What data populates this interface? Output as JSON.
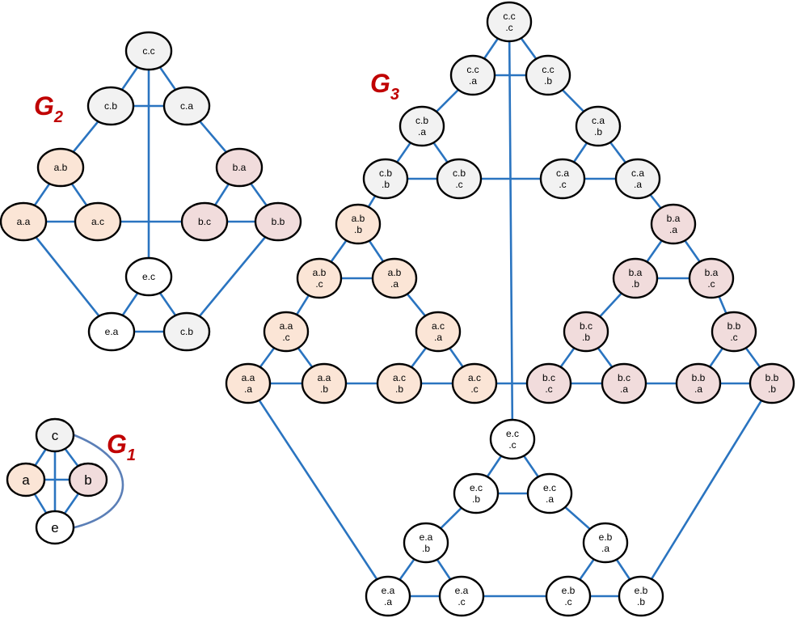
{
  "colors": {
    "edge": "#2a74c0",
    "edge_alt": "#5b7fb7",
    "label": "#c00000",
    "c": "#f2f2f2",
    "a": "#fbe5d6",
    "b": "#f1dcdc",
    "e": "#ffffff"
  },
  "graphs": [
    {
      "id": "g1",
      "label": "G",
      "sub": "1",
      "nodes": [
        {
          "id": "c",
          "lines": [
            "c"
          ]
        },
        {
          "id": "a",
          "lines": [
            "a"
          ]
        },
        {
          "id": "b",
          "lines": [
            "b"
          ]
        },
        {
          "id": "e",
          "lines": [
            "e"
          ]
        }
      ],
      "edges": [
        [
          "c",
          "a"
        ],
        [
          "c",
          "b"
        ],
        [
          "a",
          "b"
        ],
        [
          "a",
          "e"
        ],
        [
          "b",
          "e"
        ],
        [
          "c",
          "e"
        ]
      ]
    },
    {
      "id": "g2",
      "label": "G",
      "sub": "2",
      "nodes": [
        {
          "id": "cc",
          "lines": [
            "c.c"
          ]
        },
        {
          "id": "cb",
          "lines": [
            "c.b"
          ]
        },
        {
          "id": "ca",
          "lines": [
            "c.a"
          ]
        },
        {
          "id": "ab",
          "lines": [
            "a.b"
          ]
        },
        {
          "id": "ba",
          "lines": [
            "b.a"
          ]
        },
        {
          "id": "aa",
          "lines": [
            "a.a"
          ]
        },
        {
          "id": "ac",
          "lines": [
            "a.c"
          ]
        },
        {
          "id": "bc",
          "lines": [
            "b.c"
          ]
        },
        {
          "id": "bb",
          "lines": [
            "b.b"
          ]
        },
        {
          "id": "ec",
          "lines": [
            "e.c"
          ]
        },
        {
          "id": "ea",
          "lines": [
            "e.a"
          ]
        },
        {
          "id": "eb",
          "lines": [
            "c.b"
          ]
        }
      ],
      "edges": [
        [
          "cc",
          "cb"
        ],
        [
          "cc",
          "ca"
        ],
        [
          "cb",
          "ca"
        ],
        [
          "cc",
          "ec"
        ],
        [
          "cb",
          "ab"
        ],
        [
          "ca",
          "ba"
        ],
        [
          "ab",
          "aa"
        ],
        [
          "ab",
          "ac"
        ],
        [
          "aa",
          "ac"
        ],
        [
          "ba",
          "bc"
        ],
        [
          "ba",
          "bb"
        ],
        [
          "bc",
          "bb"
        ],
        [
          "ac",
          "bc"
        ],
        [
          "ec",
          "ea"
        ],
        [
          "ec",
          "eb"
        ],
        [
          "ea",
          "eb"
        ],
        [
          "aa",
          "ea"
        ],
        [
          "bb",
          "eb"
        ]
      ]
    },
    {
      "id": "g3",
      "label": "G",
      "sub": "3",
      "nodes": [
        {
          "id": "ccc",
          "lines": [
            "c.c",
            ".c"
          ]
        },
        {
          "id": "cca",
          "lines": [
            "c.c",
            ".a"
          ]
        },
        {
          "id": "ccb",
          "lines": [
            "c.c",
            ".b"
          ]
        },
        {
          "id": "cba",
          "lines": [
            "c.b",
            ".a"
          ]
        },
        {
          "id": "cab",
          "lines": [
            "c.a",
            ".b"
          ]
        },
        {
          "id": "cbb",
          "lines": [
            "c.b",
            ".b"
          ]
        },
        {
          "id": "cbc",
          "lines": [
            "c.b",
            ".c"
          ]
        },
        {
          "id": "cac",
          "lines": [
            "c.a",
            ".c"
          ]
        },
        {
          "id": "caa",
          "lines": [
            "c.a",
            ".a"
          ]
        },
        {
          "id": "abb",
          "lines": [
            "a.b",
            ".b"
          ]
        },
        {
          "id": "abc",
          "lines": [
            "a.b",
            ".c"
          ]
        },
        {
          "id": "aba",
          "lines": [
            "a.b",
            ".a"
          ]
        },
        {
          "id": "aac",
          "lines": [
            "a.a",
            ".c"
          ]
        },
        {
          "id": "aca",
          "lines": [
            "a.c",
            ".a"
          ]
        },
        {
          "id": "aaa",
          "lines": [
            "a.a",
            ".a"
          ]
        },
        {
          "id": "aab",
          "lines": [
            "a.a",
            ".b"
          ]
        },
        {
          "id": "acb",
          "lines": [
            "a.c",
            ".b"
          ]
        },
        {
          "id": "acc",
          "lines": [
            "a.c",
            ".c"
          ]
        },
        {
          "id": "baa",
          "lines": [
            "b.a",
            ".a"
          ]
        },
        {
          "id": "bab",
          "lines": [
            "b.a",
            ".b"
          ]
        },
        {
          "id": "bac",
          "lines": [
            "b.a",
            ".c"
          ]
        },
        {
          "id": "bcb",
          "lines": [
            "b.c",
            ".b"
          ]
        },
        {
          "id": "bbc",
          "lines": [
            "b.b",
            ".c"
          ]
        },
        {
          "id": "bcc",
          "lines": [
            "b.c",
            ".c"
          ]
        },
        {
          "id": "bca",
          "lines": [
            "b.c",
            ".a"
          ]
        },
        {
          "id": "bba",
          "lines": [
            "b.b",
            ".a"
          ]
        },
        {
          "id": "bbb",
          "lines": [
            "b.b",
            ".b"
          ]
        },
        {
          "id": "ecc",
          "lines": [
            "e.c",
            ".c"
          ]
        },
        {
          "id": "ecb",
          "lines": [
            "e.c",
            ".b"
          ]
        },
        {
          "id": "eca",
          "lines": [
            "e.c",
            ".a"
          ]
        },
        {
          "id": "eab",
          "lines": [
            "e.a",
            ".b"
          ]
        },
        {
          "id": "eba",
          "lines": [
            "e.b",
            ".a"
          ]
        },
        {
          "id": "eaa",
          "lines": [
            "e.a",
            ".a"
          ]
        },
        {
          "id": "eac",
          "lines": [
            "e.a",
            ".c"
          ]
        },
        {
          "id": "ebc",
          "lines": [
            "e.b",
            ".c"
          ]
        },
        {
          "id": "ebb",
          "lines": [
            "e.b",
            ".b"
          ]
        }
      ],
      "edges": [
        [
          "ccc",
          "cca"
        ],
        [
          "ccc",
          "ccb"
        ],
        [
          "cca",
          "ccb"
        ],
        [
          "cca",
          "cba"
        ],
        [
          "ccb",
          "cab"
        ],
        [
          "cba",
          "cbb"
        ],
        [
          "cba",
          "cbc"
        ],
        [
          "cbb",
          "cbc"
        ],
        [
          "cab",
          "cac"
        ],
        [
          "cab",
          "caa"
        ],
        [
          "cac",
          "caa"
        ],
        [
          "cbc",
          "cac"
        ],
        [
          "cbb",
          "abb"
        ],
        [
          "caa",
          "baa"
        ],
        [
          "abb",
          "abc"
        ],
        [
          "abb",
          "aba"
        ],
        [
          "abc",
          "aba"
        ],
        [
          "abc",
          "aac"
        ],
        [
          "aba",
          "aca"
        ],
        [
          "aac",
          "aaa"
        ],
        [
          "aac",
          "aab"
        ],
        [
          "aaa",
          "aab"
        ],
        [
          "aca",
          "acb"
        ],
        [
          "aca",
          "acc"
        ],
        [
          "acb",
          "acc"
        ],
        [
          "aab",
          "acb"
        ],
        [
          "baa",
          "bab"
        ],
        [
          "baa",
          "bac"
        ],
        [
          "bab",
          "bac"
        ],
        [
          "bab",
          "bcb"
        ],
        [
          "bac",
          "bbc"
        ],
        [
          "bcb",
          "bcc"
        ],
        [
          "bcb",
          "bca"
        ],
        [
          "bcc",
          "bca"
        ],
        [
          "bbc",
          "bba"
        ],
        [
          "bbc",
          "bbb"
        ],
        [
          "bba",
          "bbb"
        ],
        [
          "bca",
          "bba"
        ],
        [
          "acc",
          "bcc"
        ],
        [
          "ccc",
          "ecc"
        ],
        [
          "ecc",
          "ecb"
        ],
        [
          "ecc",
          "eca"
        ],
        [
          "ecb",
          "eca"
        ],
        [
          "ecb",
          "eab"
        ],
        [
          "eca",
          "eba"
        ],
        [
          "eab",
          "eaa"
        ],
        [
          "eab",
          "eac"
        ],
        [
          "eaa",
          "eac"
        ],
        [
          "eba",
          "ebc"
        ],
        [
          "eba",
          "ebb"
        ],
        [
          "ebc",
          "ebb"
        ],
        [
          "eac",
          "ebc"
        ],
        [
          "aaa",
          "eaa"
        ],
        [
          "bbb",
          "ebb"
        ]
      ]
    }
  ]
}
